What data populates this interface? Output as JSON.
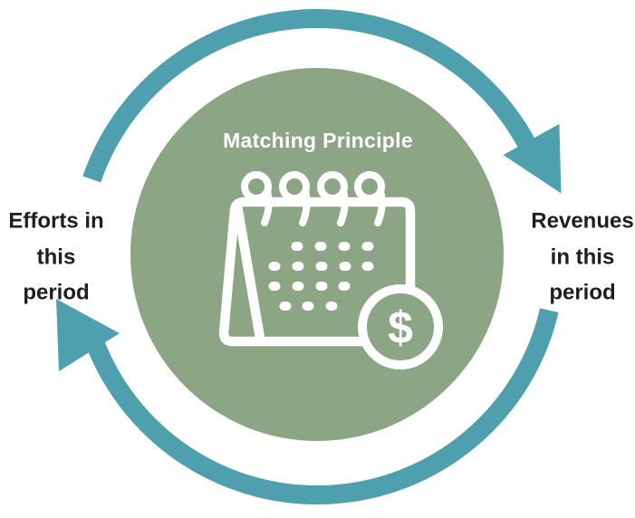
{
  "title": "Matching Principle",
  "center_icon": {
    "name": "calendar-with-dollar",
    "dollar_sign": "$"
  },
  "left_label": {
    "lines": [
      "Efforts in",
      "this",
      "period"
    ]
  },
  "right_label": {
    "lines": [
      "Revenues",
      "in this",
      "period"
    ]
  },
  "colors": {
    "background": "#FFFFFF",
    "arrow_teal": "#4FA0AE",
    "circle_green": "#8CA685",
    "icon_white": "#FFFFFF",
    "title_text": "#FFFFFF",
    "label_text": "#1E1E1E"
  }
}
